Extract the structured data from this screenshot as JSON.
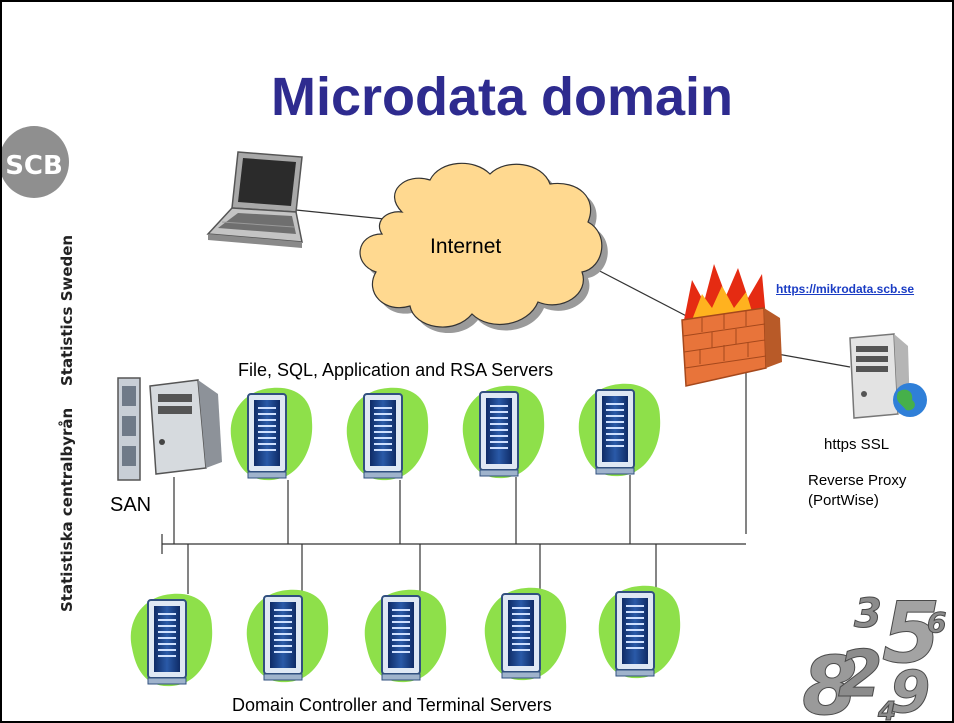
{
  "title": "Microdata domain",
  "sidebar": {
    "logo_text": "SCB",
    "org_en": "Statistics Sweden",
    "org_sv": "Statistiska centralbyrån"
  },
  "labels": {
    "internet": "Internet",
    "servers": "File, SQL, Application  and RSA Servers",
    "san": "SAN",
    "domain": "Domain Controller and Terminal Servers",
    "ssl": "https SSL",
    "proxy_line1": "Reverse Proxy",
    "proxy_line2": "(PortWise)",
    "url": "https://mikrodata.scb.se"
  },
  "decor": {
    "numbers": [
      "8",
      "3",
      "5",
      "2",
      "9",
      "6",
      "4"
    ]
  },
  "colors": {
    "title": "#2e2b8f",
    "cloud": "#ffd990",
    "server_blob": "#8ee04a",
    "server_body": "#1a3d7c",
    "firewall": "#e8743a",
    "link": "#1a3cc4"
  }
}
